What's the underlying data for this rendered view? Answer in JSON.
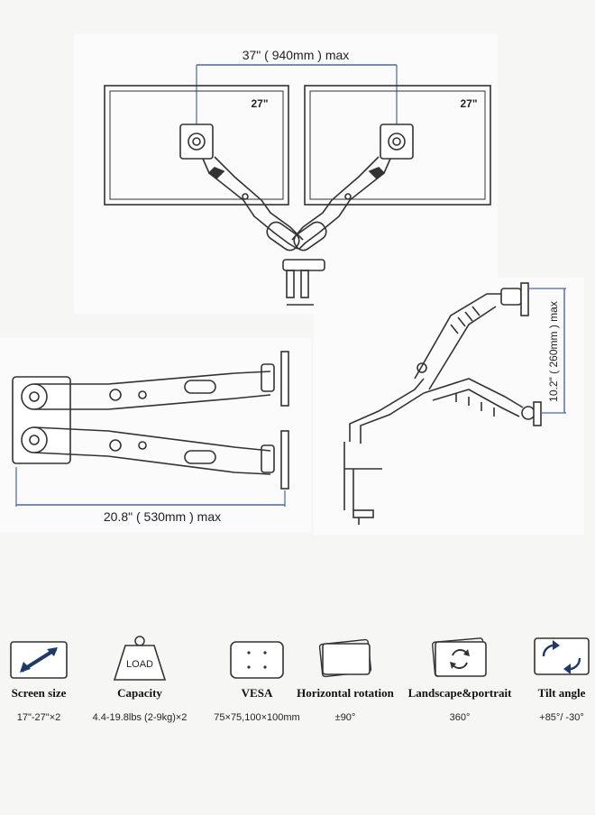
{
  "diagrams": {
    "top": {
      "width_label": "37\" ( 940mm ) max",
      "screen_left": "27\"",
      "screen_right": "27\""
    },
    "left": {
      "width_label": "20.8\" ( 530mm ) max"
    },
    "right": {
      "height_label": "10.2\" ( 260mm ) max"
    }
  },
  "specs": [
    {
      "name": "Screen size",
      "value": "17\"-27\"×2",
      "icon": "diagonal-arrow-icon"
    },
    {
      "name": "Capacity",
      "value": "4.4-19.8lbs (2-9kg)×2",
      "icon": "load-weight-icon",
      "icon_text": "LOAD"
    },
    {
      "name": "VESA",
      "value": "75×75,100×100mm",
      "icon": "vesa-holes-icon"
    },
    {
      "name": "Horizontal rotation",
      "value": "±90°",
      "icon": "rotated-screen-icon"
    },
    {
      "name": "Landscape&portrait",
      "value": "360°",
      "icon": "rotate-arrows-icon"
    },
    {
      "name": "Tilt angle",
      "value": "+85°/  -30°",
      "icon": "tilt-arrows-icon"
    }
  ]
}
